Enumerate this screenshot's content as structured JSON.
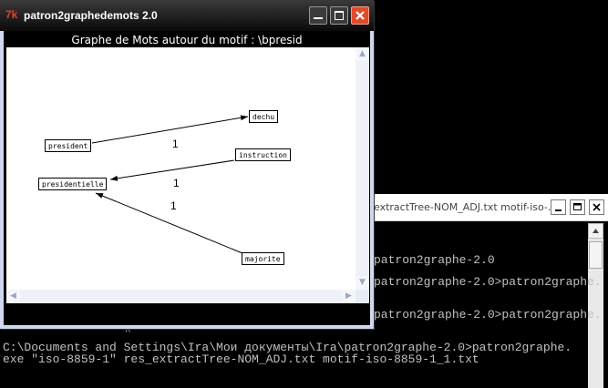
{
  "graph_window": {
    "title": "patron2graphedemots 2.0",
    "app_icon": "7k",
    "header": "Graphe de Mots autour du motif : \\bpresid",
    "nodes": {
      "president": "president",
      "dechu": "dechu",
      "instruction": "instruction",
      "presidentielle": "presidentielle",
      "majorite": "majorite"
    },
    "edge_labels": [
      "1",
      "1",
      "1"
    ],
    "scroll_arrows": {
      "up": "▲",
      "down": "▼",
      "left": "◀",
      "right": "▶"
    }
  },
  "console_window": {
    "title": "extractTree-NOM_ADJ.txt motif-iso-...",
    "lines": [
      "patron2graphe-2.0",
      "patron2graphe-2.0>patron2graphe.",
      "patron2graphe-2.0>patron2graphe.",
      "C:\\Documents and Settings\\Ira\\Мои документы\\Ira\\patron2graphe-2.0>patron2graphe.",
      "exe \"iso-8859-1\" res_extractTree-NOM_ADJ.txt motif-iso-8859-1_1.txt"
    ],
    "caret": "^"
  }
}
